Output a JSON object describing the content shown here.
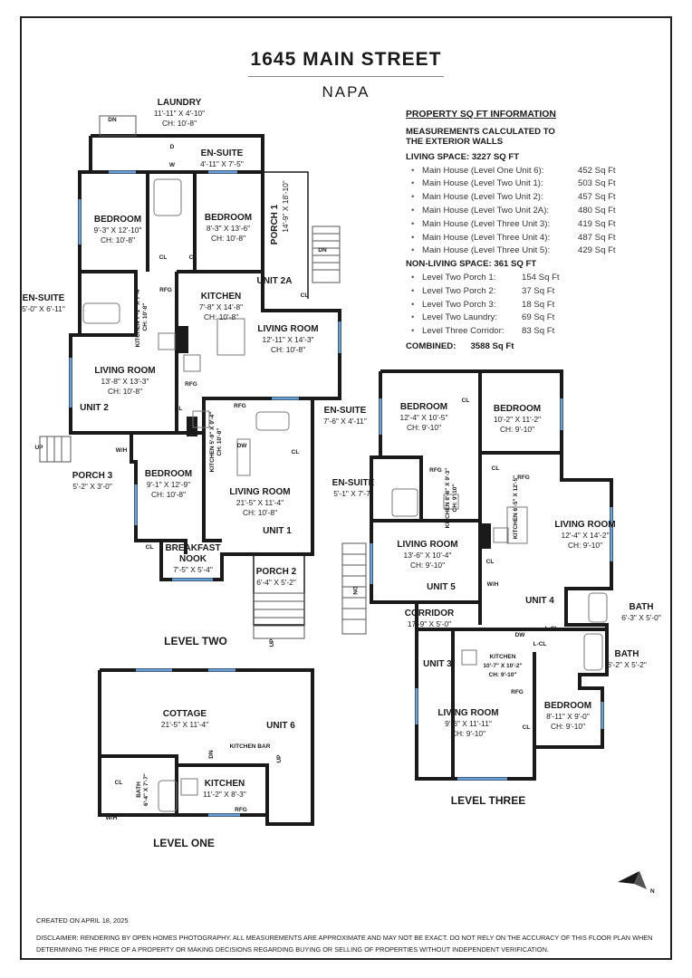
{
  "header": {
    "title": "1645 MAIN STREET",
    "city": "NAPA"
  },
  "info": {
    "heading": "PROPERTY SQ FT INFORMATION",
    "note": "MEASUREMENTS CALCULATED TO THE EXTERIOR WALLS",
    "living_label": "LIVING SPACE: 3227 SQ FT",
    "living_items": [
      {
        "name": "Main House (Level One Unit 6):",
        "value": "452 Sq Ft"
      },
      {
        "name": "Main House (Level Two Unit 1):",
        "value": "503 Sq Ft"
      },
      {
        "name": "Main House (Level Two Unit 2):",
        "value": "457 Sq Ft"
      },
      {
        "name": "Main House (Level Two Unit 2A):",
        "value": "480 Sq Ft"
      },
      {
        "name": "Main House (Level Three Unit 3):",
        "value": "419 Sq Ft"
      },
      {
        "name": "Main House (Level Three Unit 4):",
        "value": "487 Sq Ft"
      },
      {
        "name": "Main House (Level Three Unit 5):",
        "value": "429 Sq Ft"
      }
    ],
    "nonliving_label": "NON-LIVING SPACE: 361 SQ FT",
    "nonliving_items": [
      {
        "name": "Level Two Porch 1:",
        "value": "154 Sq Ft"
      },
      {
        "name": "Level Two Porch 2:",
        "value": "37 Sq Ft"
      },
      {
        "name": "Level Two Porch 3:",
        "value": "18 Sq Ft"
      },
      {
        "name": "Level Two Laundry:",
        "value": "69 Sq Ft"
      },
      {
        "name": "Level Three Corridor:",
        "value": "83 Sq Ft"
      }
    ],
    "combined_label": "COMBINED:",
    "combined_value": "3588 Sq Ft"
  },
  "rooms": {
    "laundry": {
      "name": "LAUNDRY",
      "dims": "11'-11\" X 4'-10\"",
      "ch": "CH: 10'-8\""
    },
    "ensuite_top": {
      "name": "EN-SUITE",
      "dims": "4'-11\" X 7'-5\""
    },
    "bedroom_a": {
      "name": "BEDROOM",
      "dims": "9'-3\" X 12'-10\"",
      "ch": "CH: 10'-8\""
    },
    "bedroom_b": {
      "name": "BEDROOM",
      "dims": "8'-3\" X 13'-6\"",
      "ch": "CH: 10'-8\""
    },
    "porch1": {
      "name": "PORCH 1",
      "dims": "14'-9\" X 18'-10\""
    },
    "ensuite_left": {
      "name": "EN-SUITE",
      "dims": "5'-0\" X 6'-11\""
    },
    "kitchen_2a": {
      "name": "KITCHEN",
      "dims": "7'-8\" X 14'-8\"",
      "ch": "CH: 10'-8\""
    },
    "unit2a": "UNIT 2A",
    "living_2a": {
      "name": "LIVING ROOM",
      "dims": "12'-11\" X 14'-3\"",
      "ch": "CH: 10'-8\""
    },
    "living_2": {
      "name": "LIVING ROOM",
      "dims": "13'-8\" X 13'-3\"",
      "ch": "CH: 10'-8\""
    },
    "unit2": "UNIT 2",
    "ensuite_mid": {
      "name": "EN-SUITE",
      "dims": "7'-6\" X 4'-11\""
    },
    "porch3": {
      "name": "PORCH 3",
      "dims": "5'-2\" X 3'-0\""
    },
    "bedroom_c": {
      "name": "BEDROOM",
      "dims": "9'-1\" X 12'-9\"",
      "ch": "CH: 10'-8\""
    },
    "living_1": {
      "name": "LIVING ROOM",
      "dims": "21'-5\" X 11'-4\"",
      "ch": "CH: 10'-8\""
    },
    "unit1": "UNIT 1",
    "nook": {
      "name": "BREAKFAST",
      "name2": "NOOK",
      "dims": "7'-5\" X 5'-4\""
    },
    "porch2": {
      "name": "PORCH 2",
      "dims": "6'-4\" X 5'-2\""
    },
    "cottage": {
      "name": "COTTAGE",
      "dims": "21'-5\" X 11'-4\""
    },
    "unit6": "UNIT 6",
    "kitchen_bar": "KITCHEN BAR",
    "kitchen_6": {
      "name": "KITCHEN",
      "dims": "11'-2\" X 8'-3\""
    },
    "bath_6": {
      "name": "BATH",
      "dims": "6'-4\" X 7'-7\""
    },
    "bedroom_d": {
      "name": "BEDROOM",
      "dims": "12'-4\" X 10'-5\"",
      "ch": "CH: 9'-10\""
    },
    "bedroom_e": {
      "name": "BEDROOM",
      "dims": "10'-2\" X 11'-2\"",
      "ch": "CH: 9'-10\""
    },
    "ensuite_l3": {
      "name": "EN-SUITE",
      "dims": "5'-1\" X 7'-7\""
    },
    "living_5": {
      "name": "LIVING ROOM",
      "dims": "13'-6\" X 10'-4\"",
      "ch": "CH: 9'-10\""
    },
    "unit5": "UNIT 5",
    "living_4": {
      "name": "LIVING ROOM",
      "dims": "12'-4\" X 14'-2\"",
      "ch": "CH: 9'-10\""
    },
    "unit4": "UNIT 4",
    "corridor": {
      "name": "CORRIDOR",
      "dims": "17'-9\" X 5'-0\""
    },
    "bath_1": {
      "name": "BATH",
      "dims": "6'-3\" X 5'-0\""
    },
    "bath_2": {
      "name": "BATH",
      "dims": "6'-2\" X 5'-2\""
    },
    "unit3": "UNIT 3",
    "kitchen_3": {
      "name": "KITCHEN",
      "dims": "10'-7\" X 10'-2\"",
      "ch": "CH: 9'-10\""
    },
    "living_3": {
      "name": "LIVING ROOM",
      "dims": "9'-6\" X 11'-11\"",
      "ch": "CH: 9'-10\""
    },
    "bedroom_f": {
      "name": "BEDROOM",
      "dims": "8'-11\" X 9'-0\"",
      "ch": "CH: 9'-10\""
    }
  },
  "small_labels": {
    "cl": "CL",
    "rfg": "RFG",
    "dw": "DW",
    "wh": "W/H",
    "lcl": "L-CL",
    "d": "D",
    "w": "W",
    "dn": "DN",
    "up": "UP",
    "kitchen_v1": "KITCHEN 7'-1\" X 7'-4\"",
    "kitchen_v1_ch": "CH: 10'-8\"",
    "kitchen_v2": "KITCHEN 5'-9\" X 9'-4\"",
    "kitchen_v2_ch": "CH: 10'-8\"",
    "kitchen_v3": "KITCHEN 8'-6\" X 9'-3\"",
    "kitchen_v3_ch": "CH: 9'-10\"",
    "kitchen_v4": "KITCHEN 6'-5\" X 12'-5\""
  },
  "levels": {
    "two": "LEVEL TWO",
    "one": "LEVEL ONE",
    "three": "LEVEL THREE"
  },
  "footer": {
    "created": "CREATED ON APRIL 18, 2025",
    "disclaimer": "DISCLAIMER: RENDERING BY OPEN HOMES PHOTOGRAPHY. ALL MEASUREMENTS ARE APPROXIMATE AND MAY NOT BE EXACT. DO NOT RELY ON THE ACCURACY OF THIS FLOOR PLAN WHEN DETERMINING THE PRICE OF A PROPERTY OR MAKING DECISIONS REGARDING BUYING OR SELLING OF PROPERTIES WITHOUT INDEPENDENT VERIFICATION."
  },
  "compass": {
    "label": "N"
  }
}
